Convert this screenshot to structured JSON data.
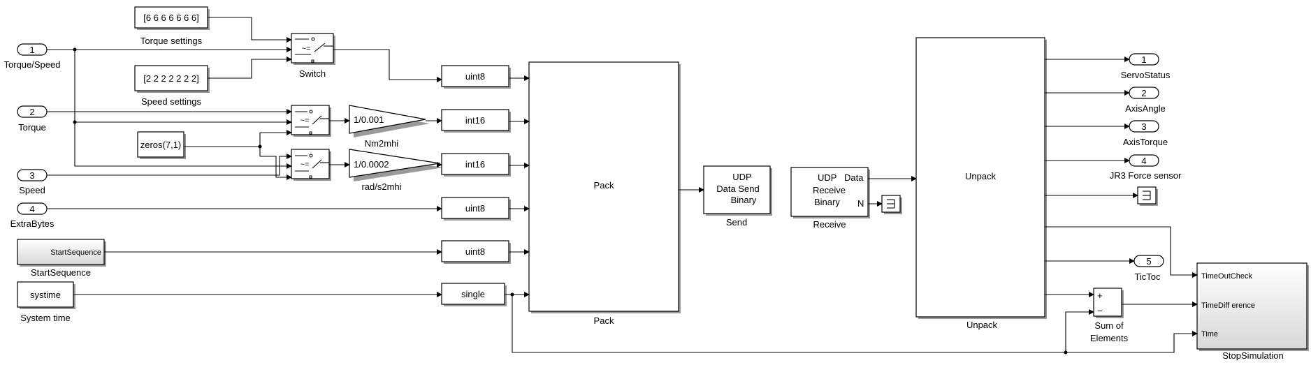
{
  "diagram": {
    "inports": [
      {
        "num": "1",
        "label": "Torque/Speed"
      },
      {
        "num": "2",
        "label": "Torque"
      },
      {
        "num": "3",
        "label": "Speed"
      },
      {
        "num": "4",
        "label": "ExtraBytes"
      }
    ],
    "constants": {
      "torque_settings": {
        "value": "[6 6 6 6 6 6 6]",
        "label": "Torque settings"
      },
      "speed_settings": {
        "value": "[2 2 2 2 2 2 2]",
        "label": "Speed settings"
      },
      "zeros": {
        "value": "zeros(7,1)"
      },
      "start_sequence": {
        "value": "StartSequence",
        "label": "StartSequence"
      },
      "systime": {
        "value": "systime",
        "label": "System time"
      }
    },
    "switches": {
      "main": {
        "label": "Switch",
        "op": "~="
      },
      "torque": {
        "op": "~="
      },
      "speed": {
        "op": "~="
      }
    },
    "gains": {
      "nm2mhi": {
        "value": "1/0.001",
        "label": "Nm2mhi"
      },
      "rads2mhi": {
        "value": "1/0.0002",
        "label": "rad/s2mhi"
      }
    },
    "conversions": [
      "uint8",
      "int16",
      "int16",
      "uint8",
      "uint8",
      "single"
    ],
    "pack": {
      "title": "Pack",
      "label": "Pack"
    },
    "send": {
      "line1": "UDP",
      "line2": "Data Send",
      "line3": "Binary",
      "label": "Send"
    },
    "receive": {
      "line1": "UDP",
      "line1b": "Data",
      "line2": "Receive",
      "line3": "Binary",
      "portN": "N",
      "label": "Receive"
    },
    "unpack": {
      "title": "Unpack",
      "label": "Unpack"
    },
    "outports": [
      {
        "num": "1",
        "label": "ServoStatus"
      },
      {
        "num": "2",
        "label": "AxisAngle"
      },
      {
        "num": "3",
        "label": "AxisTorque"
      },
      {
        "num": "4",
        "label": "JR3 Force sensor"
      },
      {
        "num": "5",
        "label": "TicToc"
      }
    ],
    "sum": {
      "plus": "+",
      "minus": "−",
      "label1": "Sum of",
      "label2": "Elements"
    },
    "stop_sim": {
      "label": "StopSimulation",
      "ports": [
        "TimeOutCheck",
        "TimeDiff erence",
        "Time"
      ]
    },
    "colors": {
      "line": "#000000",
      "background": "#ffffff",
      "shadow": "#9a9a9a"
    },
    "icons": [
      "terminator-icon",
      "switch-icon",
      "gain-triangle-icon",
      "arrow-icon"
    ]
  }
}
